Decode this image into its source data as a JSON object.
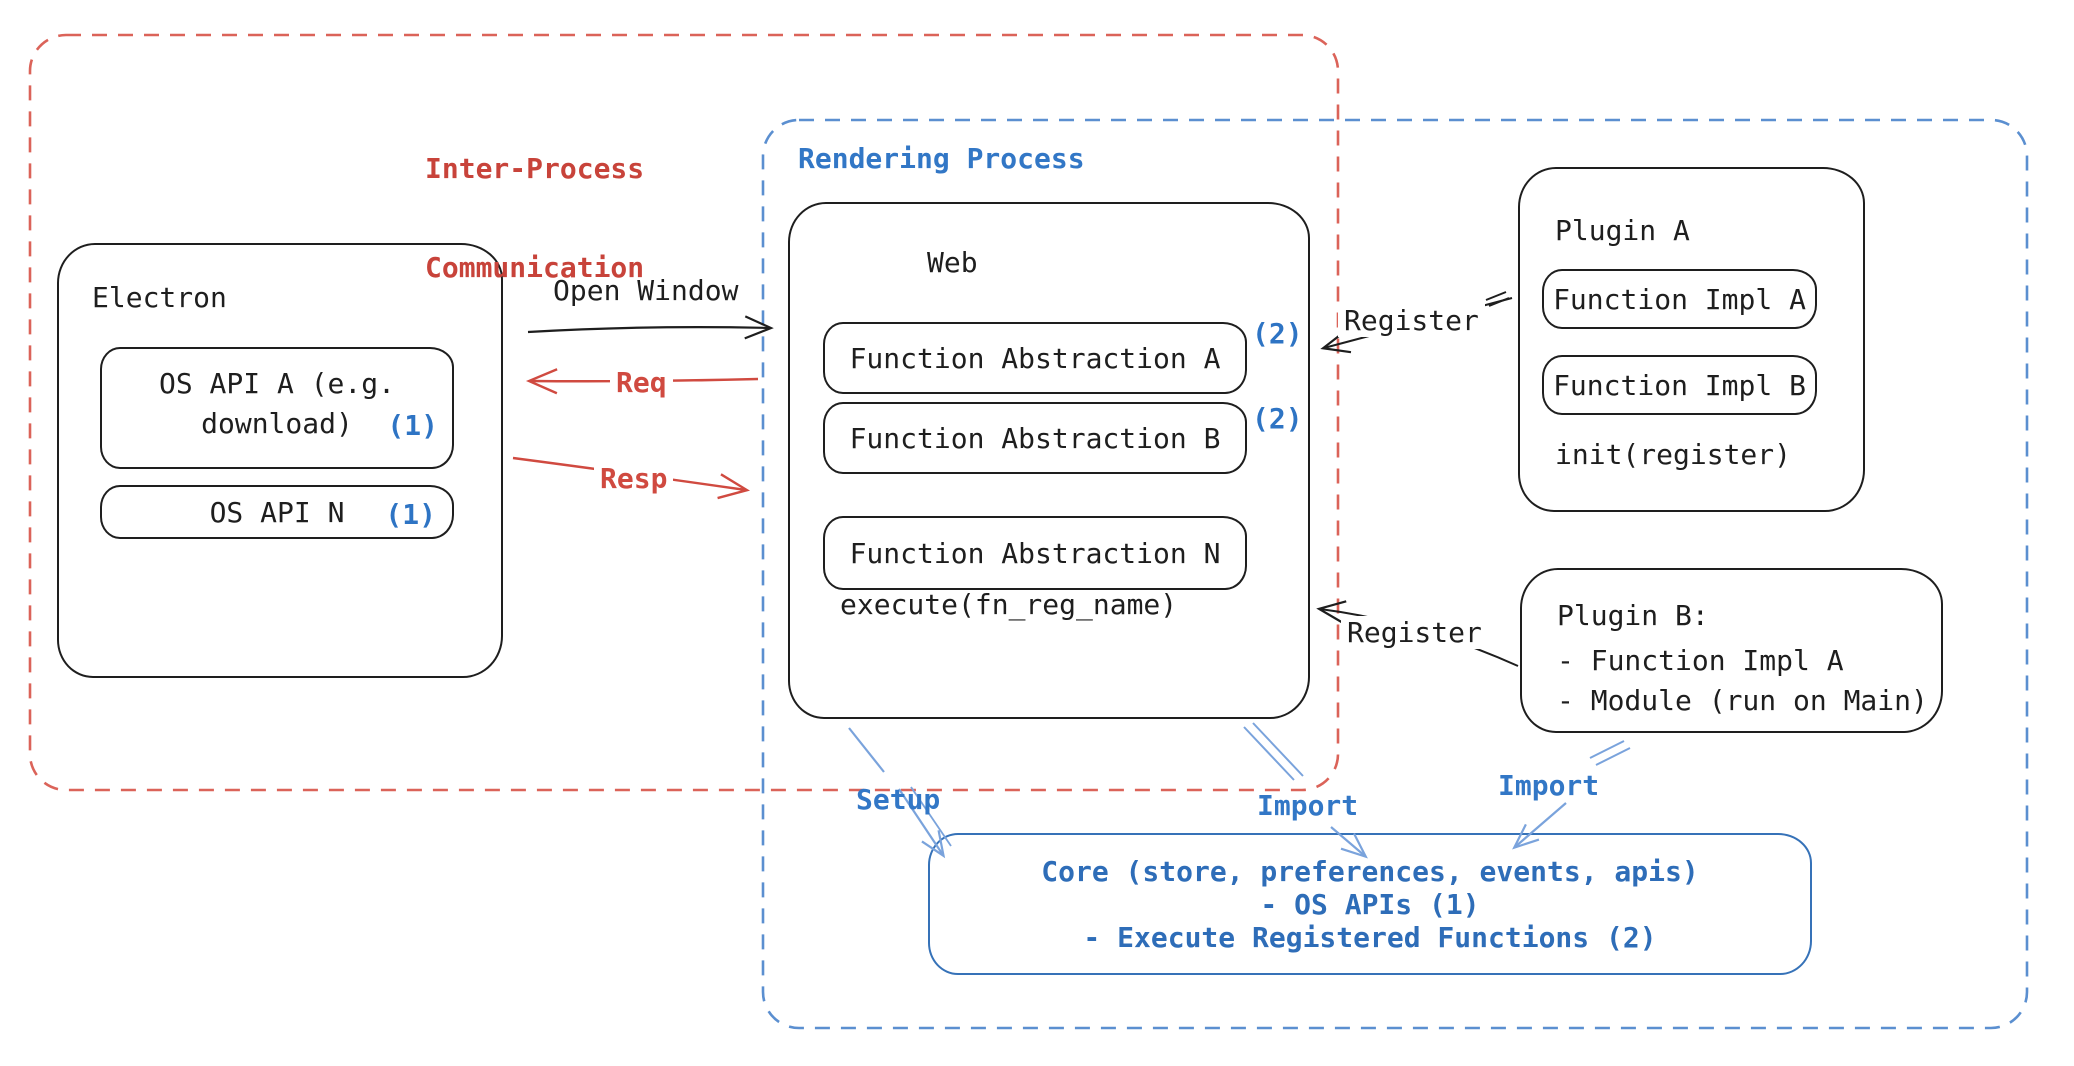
{
  "colors": {
    "ink": "#1e1e1e",
    "red-text": "#c8433a",
    "red-line": "#d04a40",
    "red-dash": "#db6359",
    "blue-text": "#3277c6",
    "blue-dash": "#5b8fd0",
    "blue-arrow": "#7aa3dc",
    "blue-ref": "#2e74c4",
    "core-blue": "#2e6db8",
    "core-border": "#3672b8"
  },
  "regions": {
    "ipc": {
      "label_line1": "Inter-Process",
      "label_line2": "Communication"
    },
    "rendering": {
      "label": "Rendering Process"
    }
  },
  "electron": {
    "title": "Electron",
    "os_api_a_line1": "OS API A (e.g.",
    "os_api_a_line2": "download)",
    "os_api_a_ref": "(1)",
    "os_api_n_label": "OS API N",
    "os_api_n_ref": "(1)"
  },
  "web": {
    "title": "Web",
    "fa_a": "Function Abstraction A",
    "fa_a_ref": "(2)",
    "fa_b": "Function Abstraction B",
    "fa_b_ref": "(2)",
    "fa_n": "Function Abstraction N",
    "execute_label": "execute(fn_reg_name)"
  },
  "plugin_a": {
    "title": "Plugin A",
    "impl_a": "Function Impl A",
    "impl_b": "Function Impl B",
    "init_label": "init(register)"
  },
  "plugin_b": {
    "title": "Plugin B:",
    "item_1": "- Function Impl A",
    "item_2": "- Module (run on Main)"
  },
  "core": {
    "line1": "Core (store, preferences, events, apis)",
    "line2": "- OS APIs (1)",
    "line3": "- Execute Registered Functions (2)"
  },
  "connections": {
    "open_window": "Open Window",
    "req": "Req",
    "resp": "Resp",
    "register_a": "Register",
    "register_b": "Register",
    "setup": "Setup",
    "import_web": "Import",
    "import_plugin": "Import"
  }
}
